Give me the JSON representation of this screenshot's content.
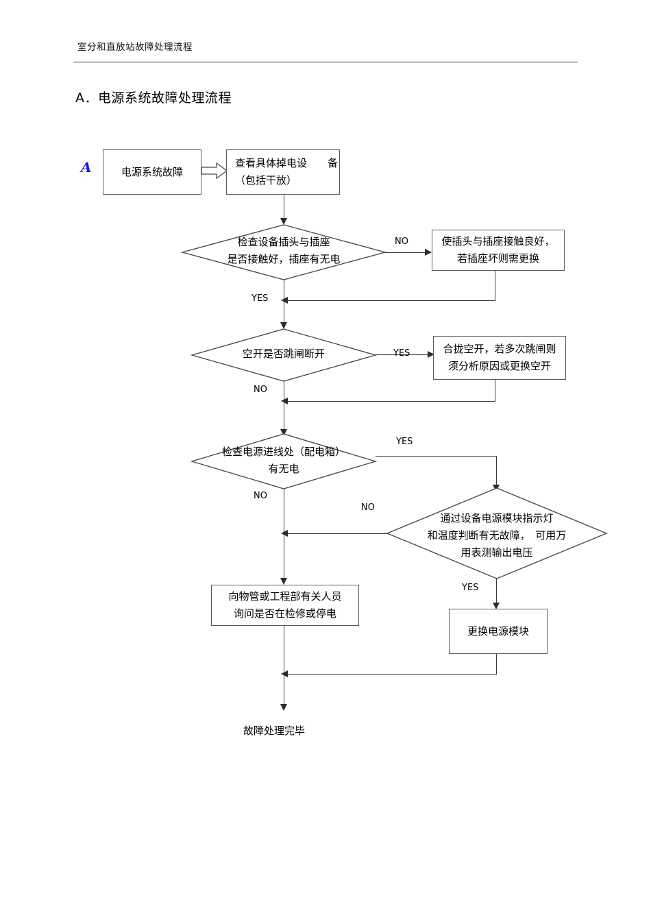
{
  "document": {
    "header_text": "室分和直放站故障处理流程",
    "section_title": "A．电源系统故障处理流程",
    "marker": "A"
  },
  "flowchart": {
    "title": "电源系统故障处理流程",
    "nodes": {
      "start": {
        "label": "电源系统故障",
        "type": "process"
      },
      "check_device": {
        "line1": "查看具体掉电设　　备",
        "line2": "（包括干放）",
        "type": "process"
      },
      "decision_plug": {
        "line1": "检查设备插头与插座",
        "line2": "是否接触好，插座有无电",
        "type": "decision"
      },
      "fix_plug": {
        "line1": "使插头与插座接触良好，",
        "line2": "若插座坏则需更换",
        "type": "process"
      },
      "decision_breaker": {
        "line1": "空开是否跳闸断开",
        "type": "decision"
      },
      "fix_breaker": {
        "line1": "合拢空开，若多次跳闸则",
        "line2": "须分析原因或更换空开",
        "type": "process"
      },
      "decision_incoming": {
        "line1": "检查电源进线处（配电箱）",
        "line2": "有无电",
        "type": "decision"
      },
      "decision_module": {
        "line1": "通过设备电源模块指示灯",
        "line2": "和温度判断有无故障，　可用万",
        "line3": "用表测输出电压",
        "type": "decision"
      },
      "ask_property": {
        "line1": "向物管或工程部有关人员",
        "line2": "询问是否在检修或停电",
        "type": "process"
      },
      "replace_module": {
        "label": "更换电源模块",
        "type": "process"
      },
      "end": {
        "label": "故障处理完毕",
        "type": "terminal"
      }
    },
    "edges": {
      "plug_no": "NO",
      "plug_yes": "YES",
      "breaker_yes": "YES",
      "breaker_no": "NO",
      "incoming_yes": "YES",
      "incoming_no": "NO",
      "module_no": "NO",
      "module_yes": "YES"
    },
    "colors": {
      "line": "#3a3a3a",
      "box_border": "#5a5a5a",
      "marker": "#1b16e6",
      "text": "#000000",
      "background": "#ffffff"
    }
  }
}
